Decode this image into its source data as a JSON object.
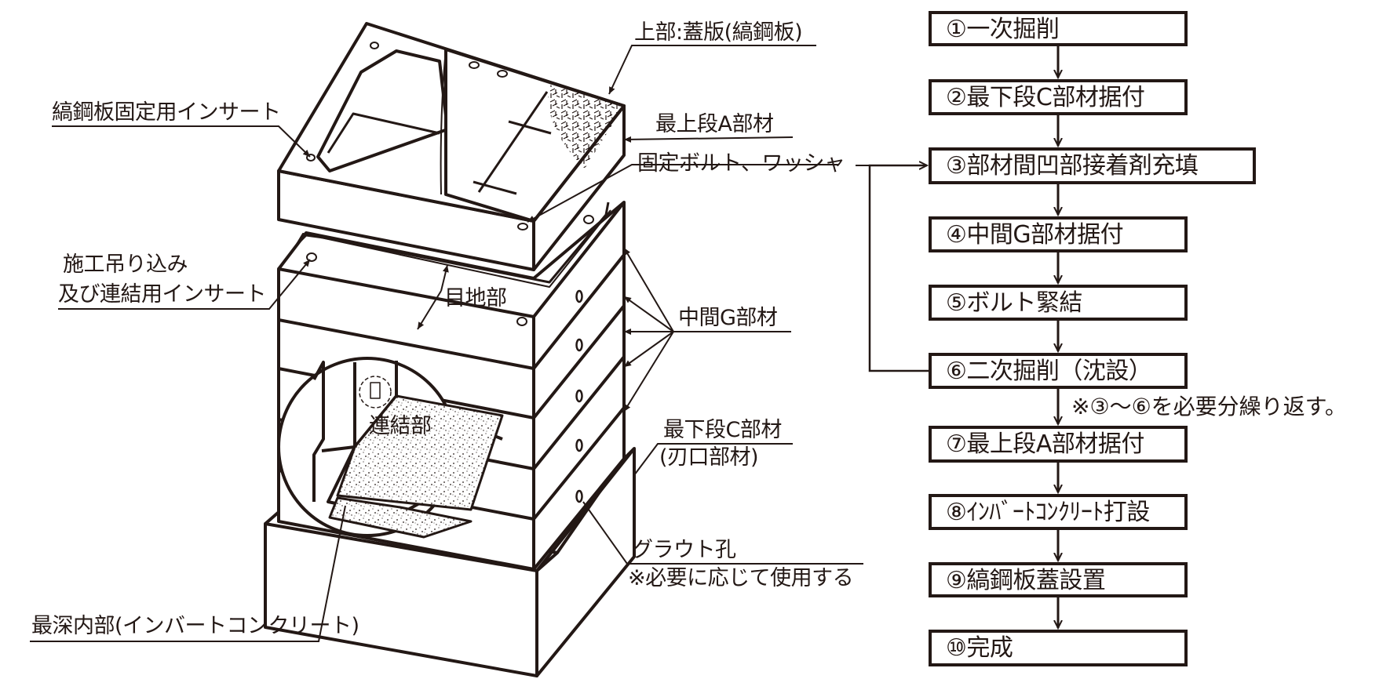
{
  "diagram": {
    "labels": {
      "lid": "上部:蓋版(縞鋼板)",
      "checker_insert": "縞鋼板固定用インサート",
      "top_a": "最上段A部材",
      "bolt_washer": "固定ボルト、ワッシャ",
      "lifting_insert_line1": "施工吊り込み",
      "lifting_insert_line2": "及び連結用インサート",
      "joint": "目地部",
      "middle_g": "中間G部材",
      "connection": "連結部",
      "bottom_c_line1": "最下段C部材",
      "bottom_c_line2": "(刃口部材)",
      "grout_line1": "グラウト孔",
      "grout_line2": "※必要に応じて使用する",
      "invert": "最深内部(インバートコンクリート)"
    }
  },
  "flow": {
    "steps": [
      {
        "label": "①一次掘削"
      },
      {
        "label": "②最下段C部材据付"
      },
      {
        "label": "③部材間凹部接着剤充填"
      },
      {
        "label": "④中間G部材据付"
      },
      {
        "label": "⑤ボルト緊結"
      },
      {
        "label": "⑥二次掘削（沈設）"
      },
      {
        "label": "⑦最上段A部材据付"
      },
      {
        "label": "⑧ｲﾝﾊﾞｰﾄｺﾝｸﾘｰﾄ打設"
      },
      {
        "label": "⑨縞鋼板蓋設置"
      },
      {
        "label": "⑩完成"
      }
    ],
    "repeat_note": "※③～⑥を必要分繰り返す。"
  },
  "colors": {
    "ink": "#231815",
    "background": "#ffffff"
  }
}
